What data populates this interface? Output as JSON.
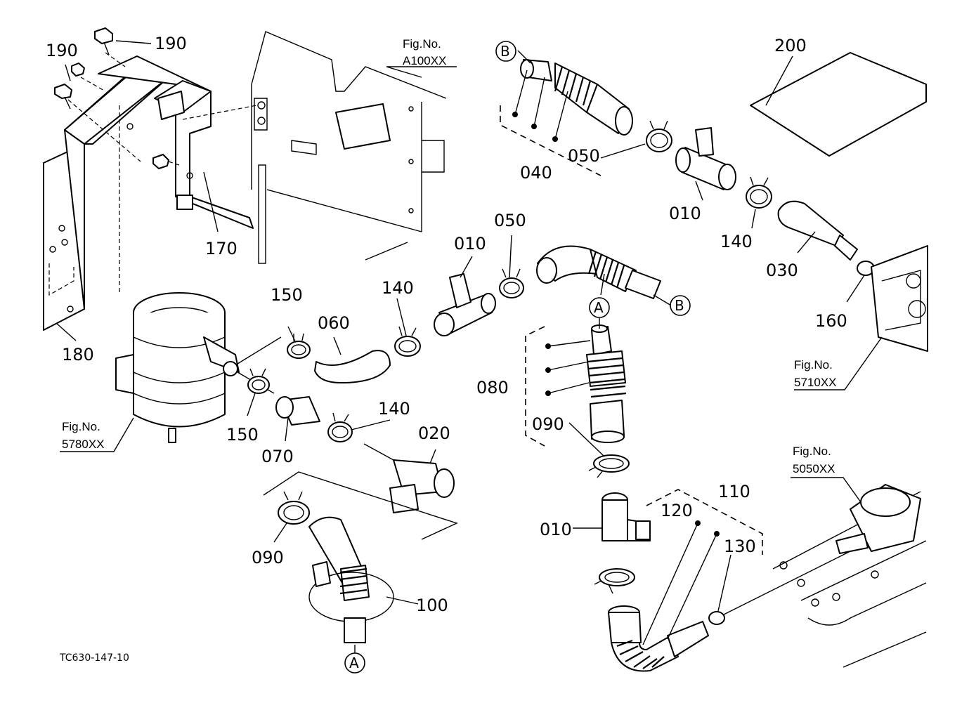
{
  "labels": {
    "p010_a": "010",
    "p010_b": "010",
    "p010_c": "010",
    "p020": "020",
    "p030": "030",
    "p040": "040",
    "p050_a": "050",
    "p050_b": "050",
    "p060": "060",
    "p070": "070",
    "p080": "080",
    "p090_a": "090",
    "p090_b": "090",
    "p100": "100",
    "p110": "110",
    "p120": "120",
    "p130": "130",
    "p140_a": "140",
    "p140_b": "140",
    "p140_c": "140",
    "p150_a": "150",
    "p150_b": "150",
    "p160": "160",
    "p170": "170",
    "p180": "180",
    "p190_a": "190",
    "p190_b": "190",
    "p200": "200"
  },
  "fig_refs": {
    "a100_line1": "Fig.No.",
    "a100_line2": "A100XX",
    "f5710_line1": "Fig.No.",
    "f5710_line2": "5710XX",
    "f5780_line1": "Fig.No.",
    "f5780_line2": "5780XX",
    "f5050_line1": "Fig.No.",
    "f5050_line2": "5050XX"
  },
  "connectors": {
    "a_top": "A",
    "a_bottom": "A",
    "b_top": "B",
    "b_right": "B"
  },
  "drawing_code": "TC630-147-10"
}
